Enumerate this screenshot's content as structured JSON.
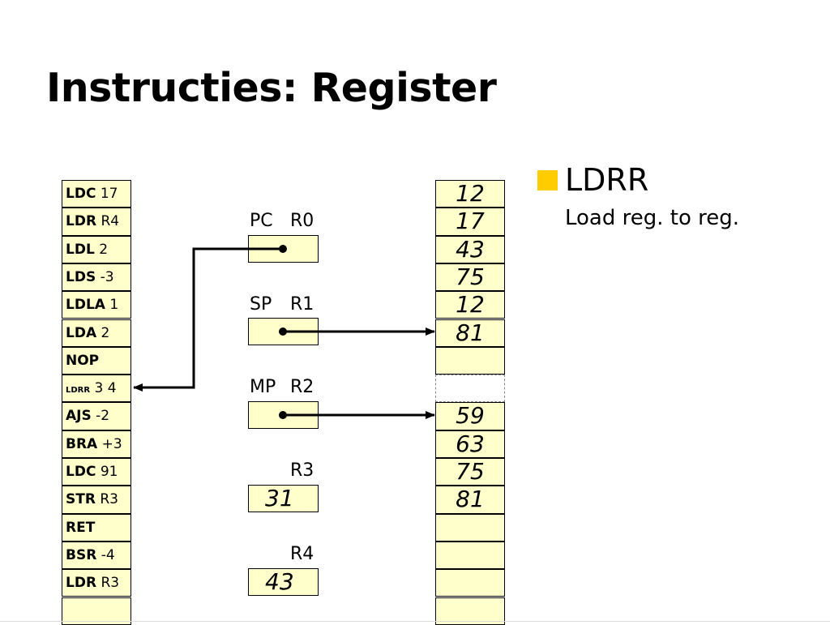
{
  "title": "Instructies: Register",
  "instructions": [
    {
      "op": "LDC",
      "arg": "17",
      "small": false
    },
    {
      "op": "LDR",
      "arg": "R4",
      "small": false
    },
    {
      "op": "LDL",
      "arg": "2",
      "small": false
    },
    {
      "op": "LDS",
      "arg": "-3",
      "small": false
    },
    {
      "op": "LDLA",
      "arg": "1",
      "small": false
    },
    {
      "op": "LDA",
      "arg": "2",
      "small": false
    },
    {
      "op": "NOP",
      "arg": "",
      "small": false
    },
    {
      "op": "LDRR",
      "arg": "3 4",
      "small": true
    },
    {
      "op": "AJS",
      "arg": "-2",
      "small": false
    },
    {
      "op": "BRA",
      "arg": "+3",
      "small": false
    },
    {
      "op": "LDC",
      "arg": "91",
      "small": false
    },
    {
      "op": "STR",
      "arg": "R3",
      "small": false
    },
    {
      "op": "RET",
      "arg": "",
      "small": false
    },
    {
      "op": "BSR",
      "arg": "-4",
      "small": false
    },
    {
      "op": "LDR",
      "arg": "R3",
      "small": false
    },
    {
      "op": "",
      "arg": "",
      "small": false
    }
  ],
  "registers": [
    {
      "alias": "PC",
      "name": "R0",
      "value": ""
    },
    {
      "alias": "SP",
      "name": "R1",
      "value": ""
    },
    {
      "alias": "MP",
      "name": "R2",
      "value": ""
    },
    {
      "alias": "",
      "name": "R3",
      "value": "31"
    },
    {
      "alias": "",
      "name": "R4",
      "value": "43"
    }
  ],
  "memory": [
    "12",
    "17",
    "43",
    "75",
    "12",
    "81",
    "",
    null,
    "59",
    "63",
    "75",
    "81",
    "",
    "",
    "",
    ""
  ],
  "bullet": {
    "title": "LDRR",
    "subtitle": "Load reg. to reg."
  },
  "colors": {
    "cell_fill": "#ffffcc",
    "bullet": "#ffcc00"
  }
}
